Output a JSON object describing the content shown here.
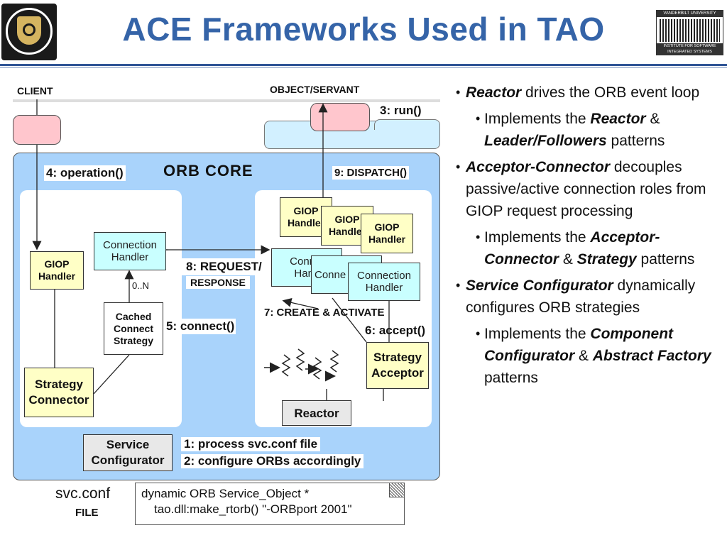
{
  "title": "ACE Frameworks Used in TAO",
  "logos": {
    "right_top": "VANDERBILT UNIVERSITY",
    "right_bottom": "INSTITUTE FOR SOFTWARE INTEGRATED SYSTEMS"
  },
  "diagram": {
    "client_label": "CLIENT",
    "servant_label": "OBJECT/SERVANT",
    "run": "3: run()",
    "operation": "4: operation()",
    "orb_core": "ORB  CORE",
    "dispatch": "9: DISPATCH()",
    "giop_handler": "GIOP Handler",
    "connection_handler": "Connection Handler",
    "conn_handler_partial": "Connec Handl",
    "conn_handler_partial2": "Conne Han",
    "request": "8: REQUEST/",
    "response": "RESPONSE",
    "zero_n": "0..N",
    "cached_connect": "Cached Connect Strategy",
    "connect": "5: connect()",
    "create_activate": "7: CREATE & ACTIVATE",
    "accept": "6: accept()",
    "strategy_acceptor": "Strategy Acceptor",
    "strategy_connector": "Strategy Connector",
    "reactor": "Reactor",
    "service_configurator": "Service Configurator",
    "step1": "1: process svc.conf file",
    "step2": "2: configure ORBs accordingly",
    "svc_conf": "svc.conf",
    "file": "FILE",
    "conf_line1": "dynamic ORB Service_Object *",
    "conf_line2": "tao.dll:make_rtorb() \"-ORBport 2001\""
  },
  "bullets": {
    "reactor": {
      "term": "Reactor",
      "rest": " drives the ORB event loop"
    },
    "reactor_sub": {
      "pre": "Implements the ",
      "t1": "Reactor",
      "mid": " & ",
      "t2": "Leader/Followers",
      "post": " patterns"
    },
    "acceptor": {
      "term": "Acceptor-Connector",
      "rest": " decouples passive/active connection roles from GIOP request processing"
    },
    "acceptor_sub": {
      "pre": "Implements the ",
      "t1": "Acceptor-Connector",
      "mid": " & ",
      "t2": "Strategy",
      "post": " patterns"
    },
    "svc": {
      "term": "Service Configurator",
      "rest": " dynamically configures ORB strategies"
    },
    "svc_sub": {
      "pre": "Implements the ",
      "t1": "Component Configurator",
      "mid": " & ",
      "t2": "Abstract Factory",
      "post": " patterns"
    }
  }
}
